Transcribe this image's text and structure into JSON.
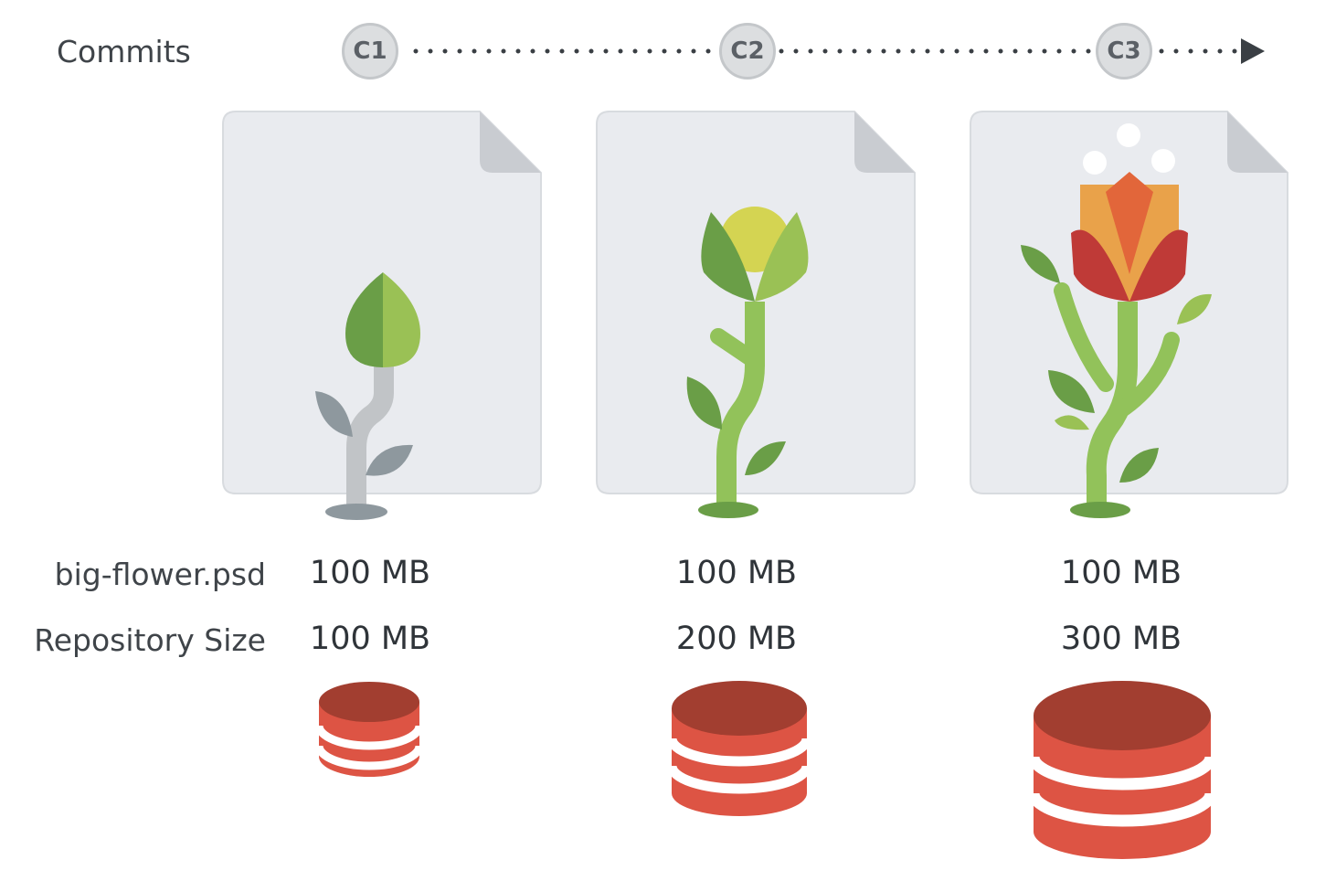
{
  "labels": {
    "commits": "Commits",
    "file_row": "big-flower.psd",
    "repo_row": "Repository Size"
  },
  "commits": [
    {
      "id": "C1",
      "file_size": "100 MB",
      "repo_size": "100 MB",
      "repo_size_mb": 100
    },
    {
      "id": "C2",
      "file_size": "100 MB",
      "repo_size": "200 MB",
      "repo_size_mb": 200
    },
    {
      "id": "C3",
      "file_size": "100 MB",
      "repo_size": "300 MB",
      "repo_size_mb": 300
    }
  ],
  "colors": {
    "page": "#e9ebef",
    "page_fold": "#c9ccd1",
    "db_top": "#a23e30",
    "db_body": "#dd5444",
    "leaf_dark": "#6a9e47",
    "leaf_light": "#9ac155",
    "stem_green": "#92c25a",
    "stem_gray": "#bfc2c5",
    "leaf_gray": "#8e989e",
    "bud_yellow": "#d4d452",
    "petal_orange": "#e9a24a",
    "petal_red": "#bf3a37"
  }
}
